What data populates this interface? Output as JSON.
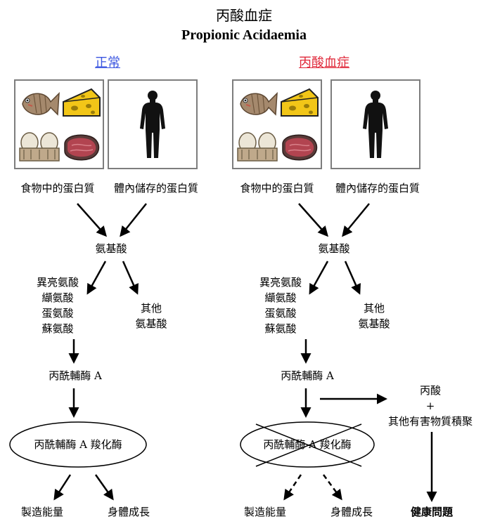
{
  "title": "丙酸血症",
  "subtitle": "Propionic Acidaemia",
  "normal": {
    "heading": "正常",
    "food_protein": "食物中的蛋白質",
    "body_protein": "體內儲存的蛋白質",
    "amino_acids": "氨基酸",
    "specific_amino_acids": [
      "異亮氨酸",
      "纈氨酸",
      "蛋氨酸",
      "蘇氨酸"
    ],
    "other_amino_acids": [
      "其他",
      "氨基酸"
    ],
    "propionyl_coa": "丙酰輔酶 A",
    "enzyme": "丙酰輔酶 A 羧化酶",
    "energy": "製造能量",
    "growth": "身體成長"
  },
  "disease": {
    "heading": "丙酸血症",
    "food_protein": "食物中的蛋白質",
    "body_protein": "體內儲存的蛋白質",
    "amino_acids": "氨基酸",
    "specific_amino_acids": [
      "異亮氨酸",
      "纈氨酸",
      "蛋氨酸",
      "蘇氨酸"
    ],
    "other_amino_acids": [
      "其他",
      "氨基酸"
    ],
    "propionyl_coa": "丙酰輔酶 A",
    "enzyme": "丙酰輔酶 A 羧化酶",
    "accumulation": [
      "丙酸",
      "+",
      "其他有害物質積聚"
    ],
    "energy": "製造能量",
    "growth": "身體成長",
    "health_problems": "健康問題"
  },
  "colors": {
    "normal_heading": "#3a55e0",
    "disease_heading": "#e0283a",
    "panel_border": "#7d7d7d"
  },
  "icons": [
    "fish-icon",
    "cheese-icon",
    "eggs-icon",
    "steak-icon",
    "human-silhouette-icon"
  ]
}
